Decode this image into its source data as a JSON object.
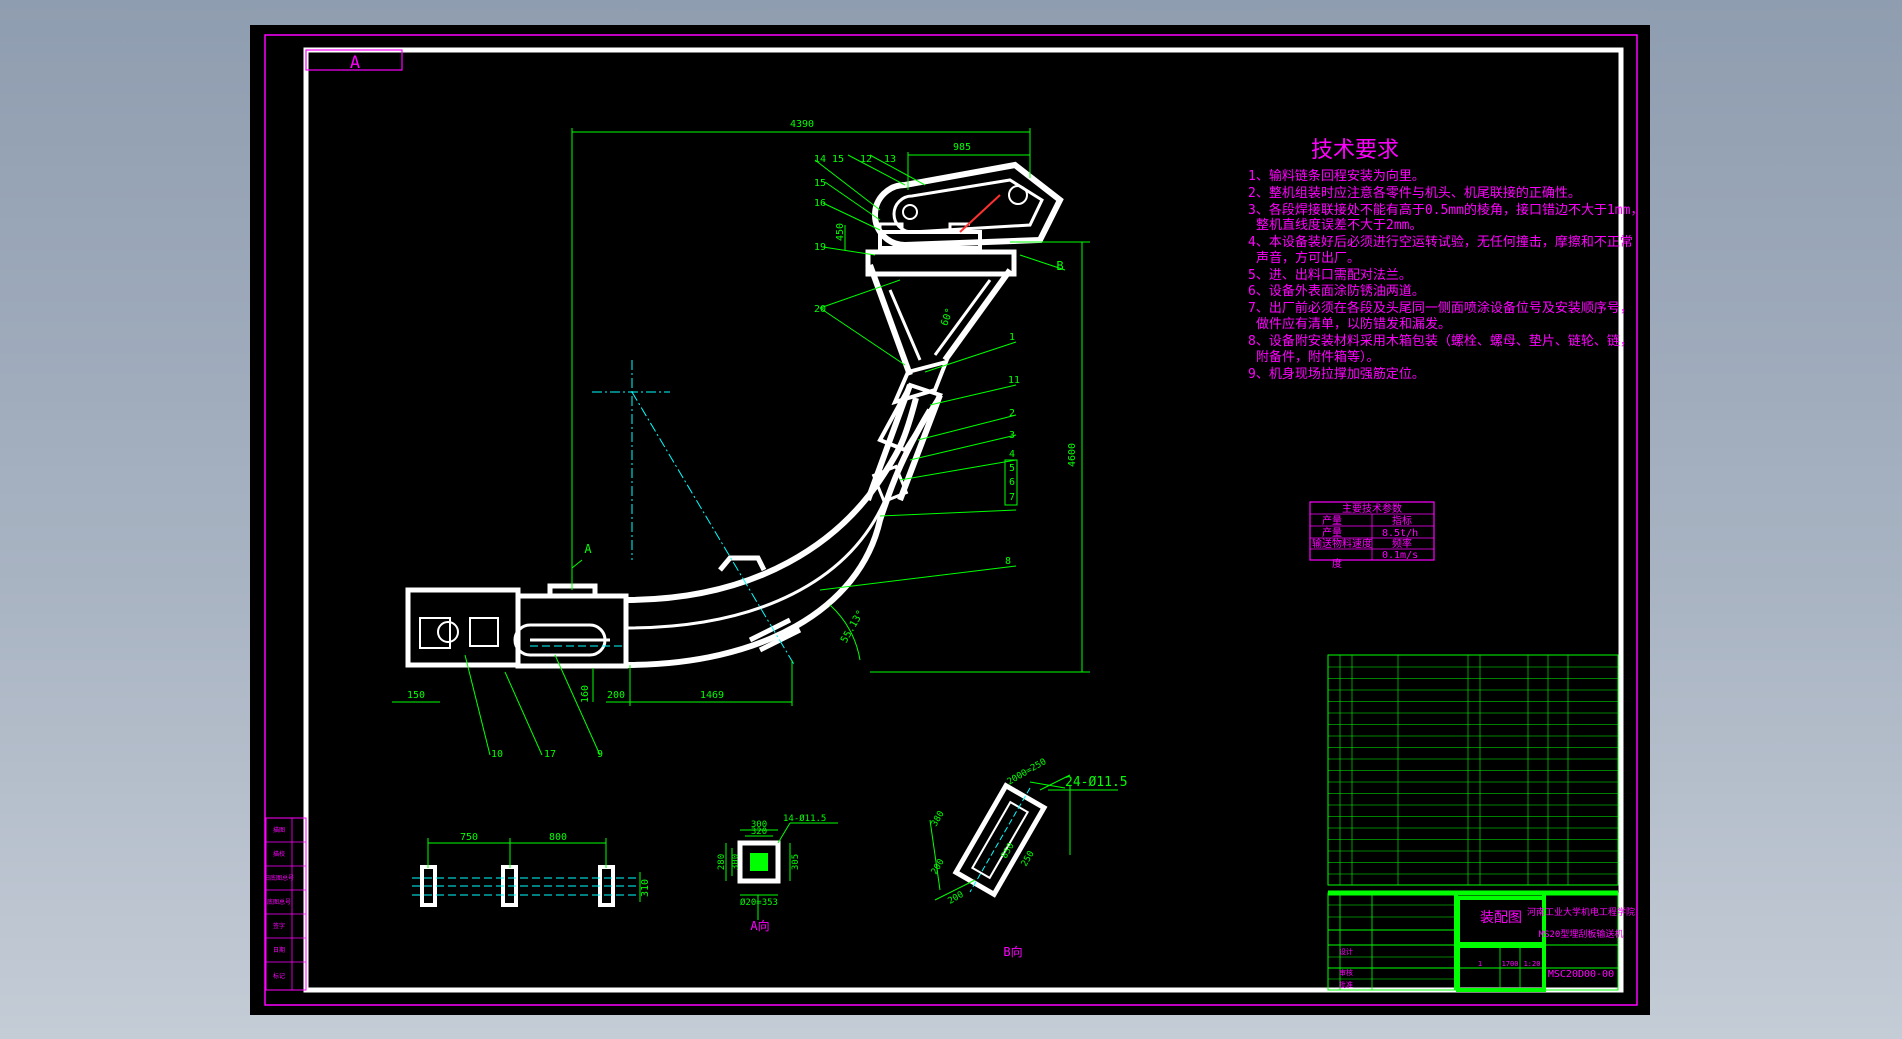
{
  "colors": {
    "viewport_bg": "#8f9db0",
    "sheet_bg": "#000000",
    "frame_outer": "#ff00ff",
    "frame_inner": "#ffffff",
    "dimension": "#00ff00",
    "annotation": "#ff00ff",
    "centerline": "#00ffff",
    "part": "#ffffff",
    "highlight": "#00ff00"
  },
  "view_label_top": "A",
  "dims": {
    "overall_width": "4390",
    "top_width": "985",
    "height": "4600",
    "bottom_left": "150",
    "bottom_mid": "200",
    "bottom_run": "1469",
    "small_v": "160",
    "head_v": "450",
    "angle1": "60°",
    "angle2": "55.13°"
  },
  "section_marker": "A",
  "section_marker_b": "B",
  "part_numbers": {
    "top_row": [
      "14",
      "15",
      "12",
      "13"
    ],
    "left_col": [
      "15",
      "16",
      "19",
      "20"
    ],
    "right_col": [
      "1",
      "11",
      "2",
      "3",
      "4",
      "5",
      "6",
      "7",
      "8"
    ],
    "bottom_row": [
      "10",
      "17",
      "9"
    ]
  },
  "notes": {
    "title": "技术要求",
    "items": [
      "1、输料链条回程安装为向里。",
      "2、整机组装时应注意各零件与机头、机尾联接的正确性。",
      "3、各段焊接联接处不能有高于0.5mm的棱角，接口错边不大于1mm，",
      "整机直线度误差不大于2mm。",
      "4、本设备装好后必须进行空运转试验，无任何撞击，摩擦和不正常",
      "声音，方可出厂。",
      "5、进、出料口需配对法兰。",
      "6、设备外表面涂防锈油两道。",
      "7、出厂前必须在各段及头尾同一侧面喷涂设备位号及安装顺序号，",
      "做件应有清单，以防错发和漏发。",
      "8、设备附安装材料采用木箱包装（螺栓、螺母、垫片、链轮、链，",
      "附备件，附件箱等）。",
      "9、机身现场拉撑加强筋定位。"
    ]
  },
  "spec_table": {
    "header": "主要技术参数",
    "rows": [
      [
        "产量",
        "指标"
      ],
      [
        "产量",
        "8.5t/h"
      ],
      [
        "输送物料速度",
        "频率"
      ],
      [
        "度",
        "0.1m/s"
      ]
    ]
  },
  "views": {
    "support": {
      "d1": "750",
      "d2": "800",
      "d3": "310"
    },
    "view_a": {
      "label": "A向",
      "top1": "300",
      "top2": "320",
      "holes": "14-Ø11.5",
      "left": "280",
      "right": "305",
      "bottom": "Ø20=353",
      "side": "300"
    },
    "view_b": {
      "label": "B向",
      "holes": "24-Ø11.5",
      "top": "2000=250",
      "long": "850",
      "side": "380",
      "inner": "250",
      "b1": "200",
      "b2": "200"
    }
  },
  "title_block": {
    "drawing_title": "装配图",
    "school": "河南工业大学机电工程学院",
    "product": "MS20型埋刮板输送机",
    "drawing_no": "MSC20D00-00",
    "scale": "1:20",
    "quantity": "1",
    "weight": "1700",
    "designer_row": "设计",
    "checker_row": "审核",
    "approve_row": "批准"
  },
  "left_strip": [
    "描图",
    "描校",
    "旧底图总号",
    "底图总号",
    "签字",
    "日期",
    "标记"
  ]
}
